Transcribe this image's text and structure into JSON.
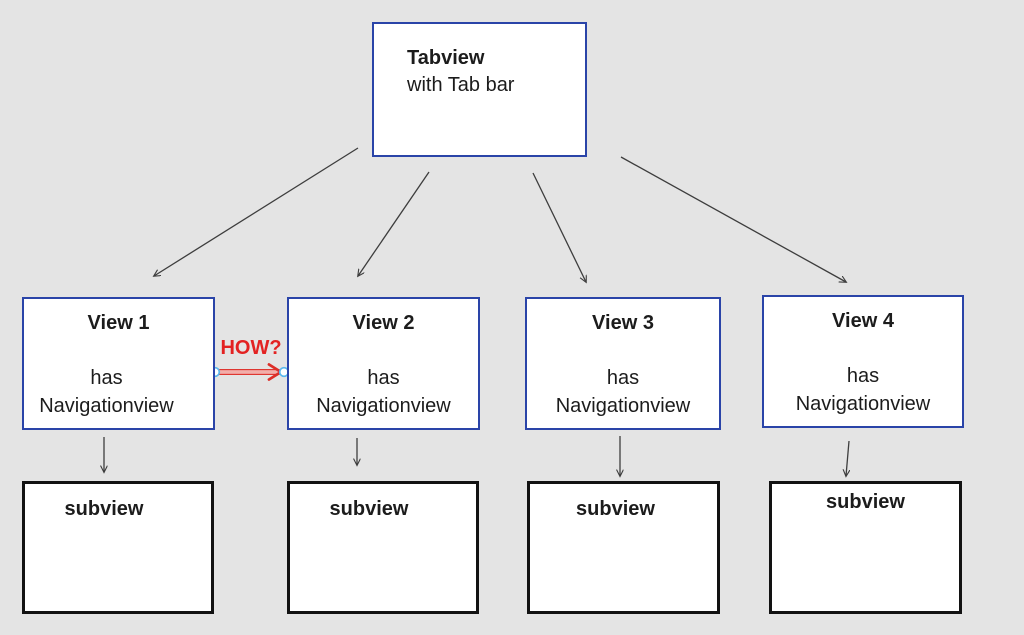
{
  "root_node": {
    "title": "Tabview",
    "subtitle": "with Tab bar"
  },
  "views": [
    {
      "title": "View 1",
      "body_line1": "has",
      "body_line2": "Navigationview"
    },
    {
      "title": "View 2",
      "body_line1": "has",
      "body_line2": "Navigationview"
    },
    {
      "title": "View 3",
      "body_line1": "has",
      "body_line2": "Navigationview"
    },
    {
      "title": "View 4",
      "body_line1": "has",
      "body_line2": "Navigationview"
    }
  ],
  "subviews": [
    {
      "label": "subview"
    },
    {
      "label": "subview"
    },
    {
      "label": "subview"
    },
    {
      "label": "subview"
    }
  ],
  "connector": {
    "label": "HOW?",
    "line_color": "#dd2e28",
    "label_color": "#e32222",
    "endpoint_handle_color": "#58b7ee"
  },
  "colors": {
    "background": "#e4e4e4",
    "node_border_blue": "#2a44a8",
    "subview_border_black": "#121212",
    "arrow_stroke": "#3d3d3d",
    "text": "#1c1c1c"
  }
}
